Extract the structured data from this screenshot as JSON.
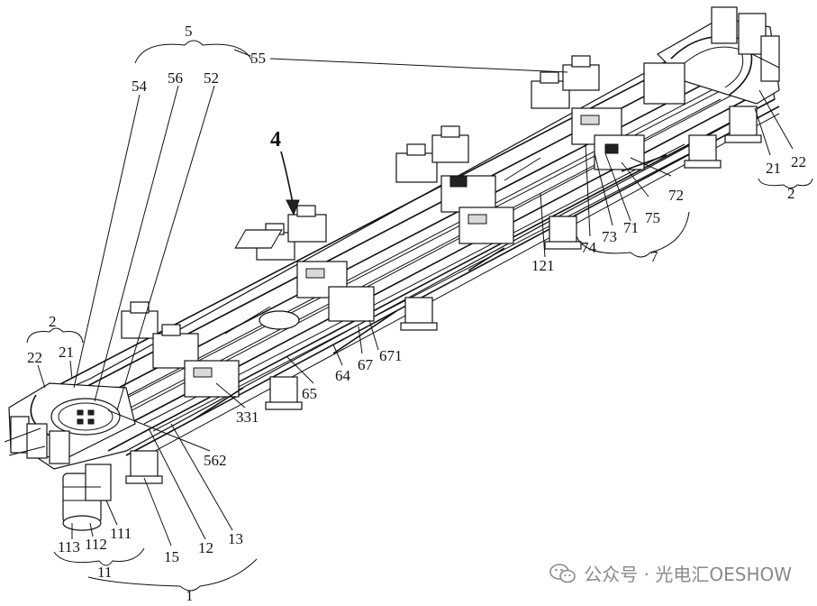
{
  "figure": {
    "labels": {
      "l5": "5",
      "l55": "55",
      "l54": "54",
      "l56": "56",
      "l52": "52",
      "l4": "4",
      "l2_left": "2",
      "l22_left": "22",
      "l21_left": "21",
      "l2_right": "2",
      "l22_right": "22",
      "l21_right": "21",
      "l72": "72",
      "l75": "75",
      "l71": "71",
      "l73": "73",
      "l74": "74",
      "l7": "7",
      "l121": "121",
      "l671": "671",
      "l67": "67",
      "l64": "64",
      "l65": "65",
      "l331": "331",
      "l562": "562",
      "l13": "13",
      "l12": "12",
      "l15": "15",
      "l111": "111",
      "l112": "112",
      "l113": "113",
      "l11": "11",
      "l1": "1"
    }
  },
  "watermark": {
    "text": "公众号 · 光电汇OESHOW",
    "icon": "wechat-icon"
  }
}
